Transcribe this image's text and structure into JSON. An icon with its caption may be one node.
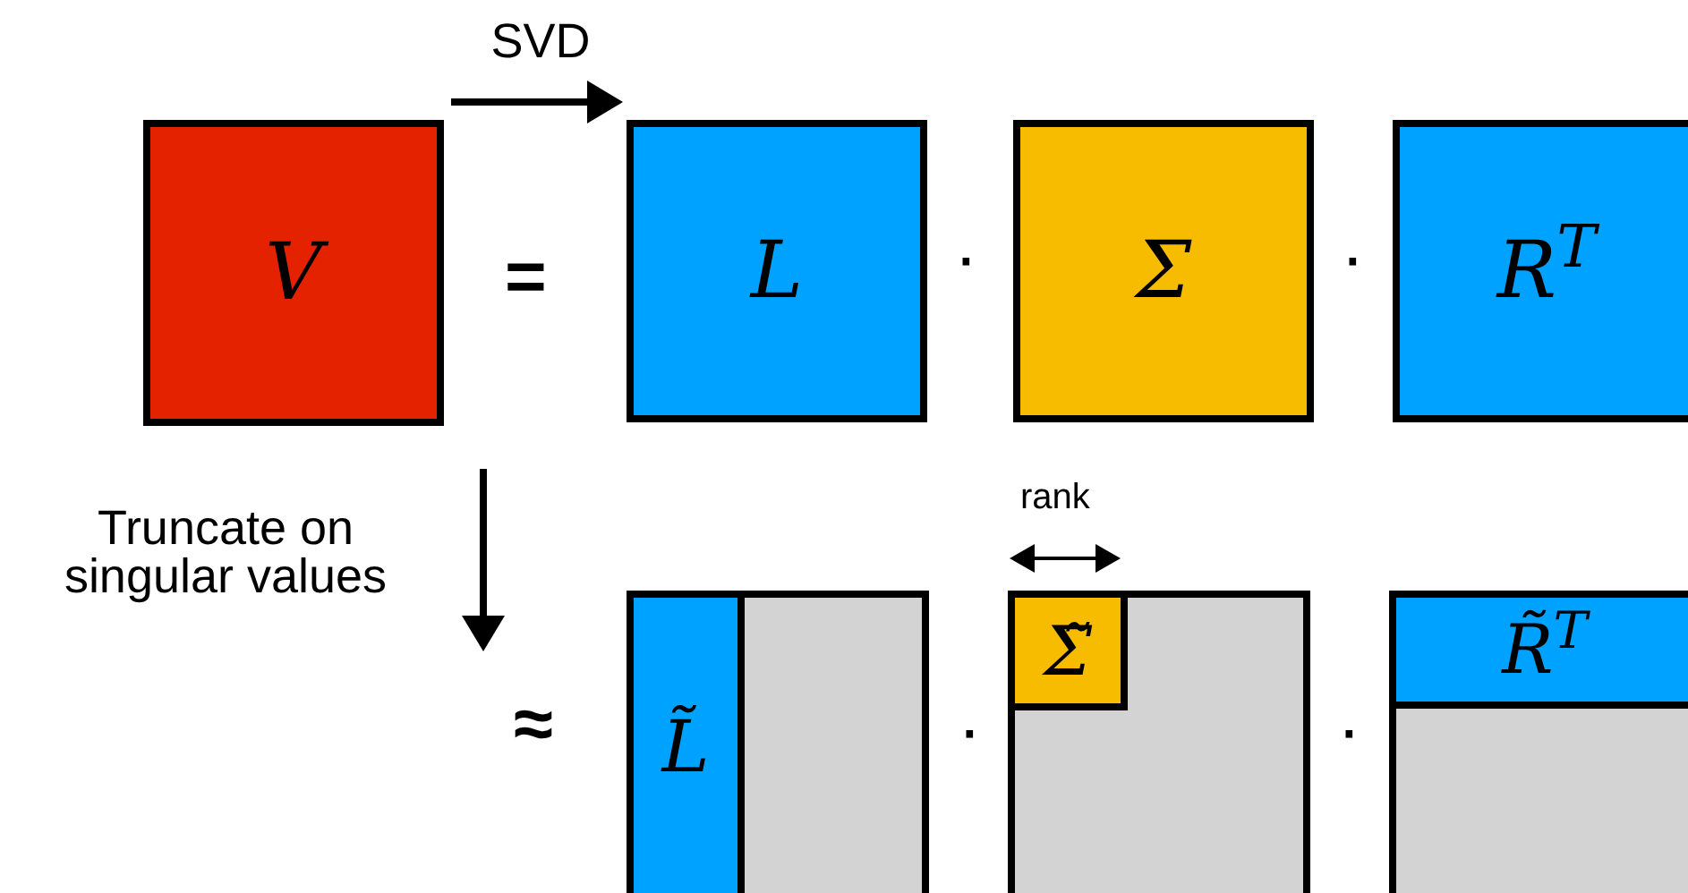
{
  "diagram": {
    "nodes": [
      {
        "text": [
          "V"
        ]
      },
      {
        "text": [
          "L"
        ]
      },
      {
        "text": [
          "Σ"
        ]
      },
      {
        "text": [
          "R$^{T}$"
        ]
      },
      {
        "text": [],
        "shape": "box"
      },
      {
        "text": [
          "L̃"
        ],
        "in": 4
      },
      {
        "text": [],
        "shape": "box"
      },
      {
        "text": [
          "Σ̃"
        ],
        "in": 6
      },
      {
        "text": [],
        "shape": "box"
      },
      {
        "text": [
          "R̃$^{T}$"
        ],
        "in": 8
      }
    ],
    "edges": [
      {
        "from": 0,
        "to": 1,
        "arrow": "to",
        "label": "SVD"
      }
    ],
    "labels": [
      "=",
      "·",
      "·",
      "Truncate on singular values",
      "rank",
      "≈",
      "·",
      "·"
    ]
  }
}
